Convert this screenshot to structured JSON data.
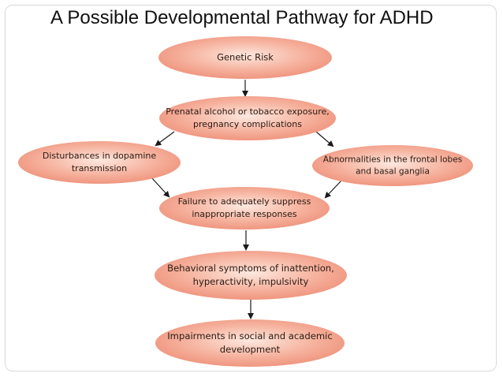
{
  "title": "A Possible Developmental Pathway for ADHD",
  "colors": {
    "node_fill_light": "#fde8df",
    "node_fill": "#f6b4a0",
    "node_fill_dark": "#ee8f78",
    "arrow": "#1a1a1a"
  },
  "nodes": {
    "genetic_risk": {
      "lines": [
        "Genetic Risk"
      ]
    },
    "prenatal": {
      "lines": [
        "Prenatal alcohol or tobacco exposure,",
        "pregnancy complications"
      ]
    },
    "dopamine": {
      "lines": [
        "Disturbances in dopamine",
        "transmission"
      ]
    },
    "frontal": {
      "lines": [
        "Abnormalities in the frontal lobes",
        "and basal ganglia"
      ]
    },
    "failure": {
      "lines": [
        "Failure to adequately suppress",
        "inappropriate responses"
      ]
    },
    "behavioral": {
      "lines": [
        "Behavioral symptoms of inattention,",
        "hyperactivity, impulsivity"
      ]
    },
    "impairments": {
      "lines": [
        "Impairments in social and academic",
        "development"
      ]
    }
  },
  "edges": [
    {
      "from": "genetic_risk",
      "to": "prenatal"
    },
    {
      "from": "prenatal",
      "to": "dopamine"
    },
    {
      "from": "prenatal",
      "to": "frontal"
    },
    {
      "from": "dopamine",
      "to": "failure"
    },
    {
      "from": "frontal",
      "to": "failure"
    },
    {
      "from": "failure",
      "to": "behavioral"
    },
    {
      "from": "behavioral",
      "to": "impairments"
    }
  ]
}
